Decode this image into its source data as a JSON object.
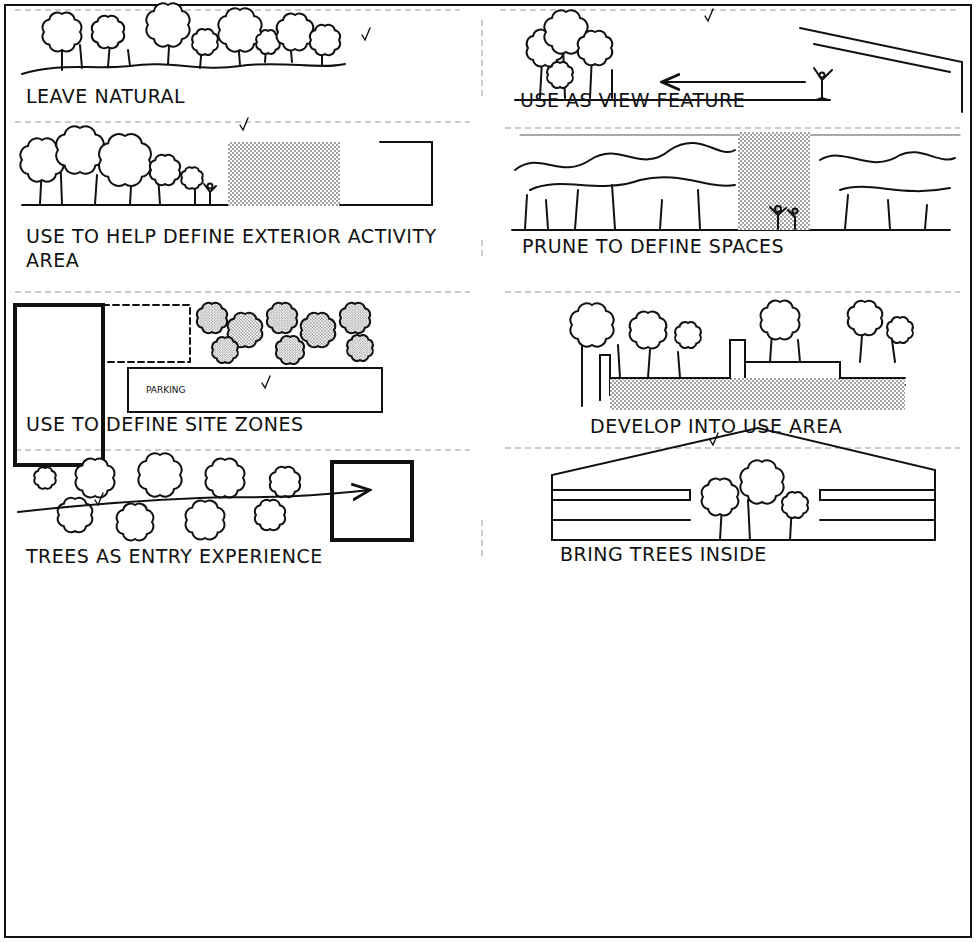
{
  "diagram": {
    "labels": [
      "LEAVE NATURAL",
      "USE AS VIEW FEATURE",
      "USE TO HELP DEFINE EXTERIOR ACTIVITY AREA",
      "PRUNE TO DEFINE SPACES",
      "USE TO DEFINE SITE ZONES",
      "PARKING",
      "DEVELOP INTO USE AREA",
      "TREES AS ENTRY EXPERIENCE",
      "BRING TREES INSIDE"
    ]
  }
}
